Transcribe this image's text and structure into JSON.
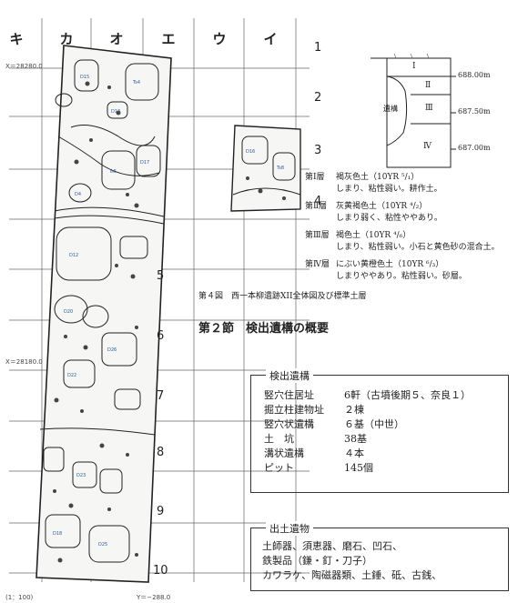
{
  "map": {
    "column_labels": [
      "キ",
      "カ",
      "オ",
      "エ",
      "ウ",
      "イ"
    ],
    "row_labels": [
      "1",
      "2",
      "3",
      "4",
      "5",
      "6",
      "7",
      "8",
      "9",
      "10"
    ],
    "coord_top": "X＝28280.0",
    "coord_mid": "X＝28180.0",
    "coord_bottom": "Y＝−288.0",
    "scale": "(1：100)"
  },
  "strat_column": {
    "layers": [
      "Ⅰ",
      "Ⅱ",
      "Ⅲ",
      "Ⅳ"
    ],
    "feature_label": "遺構",
    "elevations": [
      "688.00m",
      "687.50m",
      "687.00m"
    ]
  },
  "layer_descriptions": [
    {
      "name": "第Ⅰ層",
      "desc1": "褐灰色土（10YR ⁵/₁）",
      "desc2": "しまり、粘性弱い。耕作土。"
    },
    {
      "name": "第Ⅱ層",
      "desc1": "灰黄褐色土（10YR ⁴/₂）",
      "desc2": "しまり弱く、粘性ややあり。"
    },
    {
      "name": "第Ⅲ層",
      "desc1": "褐色土（10YR ⁴/₆）",
      "desc2": "しまり、粘性弱い。小石と黄色砂の混合土。"
    },
    {
      "name": "第Ⅳ層",
      "desc1": "にぶい黄橙色土（10YR ⁶/₃）",
      "desc2": "しまりややあり。粘性弱い。砂層。"
    }
  ],
  "figure_caption": "第４図　西一本柳遺跡XII全体図及び標準土層",
  "section_title": "第２節　検出遺構の概要",
  "features_box": {
    "title": "検出遺構",
    "rows": [
      {
        "name": "竪穴住居址",
        "value": "6軒（古墳後期５、奈良１）"
      },
      {
        "name": "掘立柱建物址",
        "value": "２棟"
      },
      {
        "name": "竪穴状遺構",
        "value": "６基（中世）"
      },
      {
        "name": "土　坑",
        "value": "38基"
      },
      {
        "name": "溝状遺構",
        "value": "４本"
      },
      {
        "name": "ピット",
        "value": "145個"
      }
    ]
  },
  "artifacts_box": {
    "title": "出土遺物",
    "lines": [
      "土師器、須恵器、磨石、凹石、",
      "鉄製品（鎌・釘・刀子）",
      "カワラケ、陶磁器類、土錘、砥、古銭、"
    ]
  },
  "colors": {
    "ink": "#222222",
    "grid": "#555555",
    "label_blue": "#2a5b9a",
    "paper": "#ffffff"
  }
}
